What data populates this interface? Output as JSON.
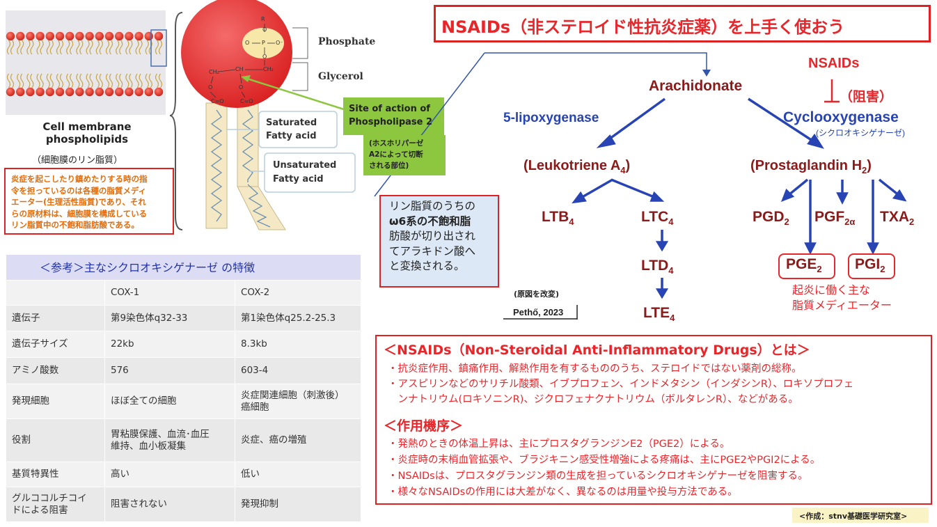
{
  "title": "NSAIDs（非ステロイド性抗炎症薬）を上手く使おう",
  "membrane": {
    "caption_line1": "Cell membrane",
    "caption_line2": "phospholipids",
    "caption_jp": "（細胞膜のリン脂質）",
    "note": [
      "炎症を起こしたり鎮めたりする時の指",
      "令を担っているのは各種の脂質メディ",
      "エーター(生理活性脂質)であり、それ",
      "らの原材料は、細胞膜を構成している",
      "リン脂質中の不飽和脂肪酸である。"
    ]
  },
  "molecule": {
    "phosphate": "Phosphate",
    "glycerol": "Glycerol",
    "saturated": [
      "Saturated",
      "Fatty acid"
    ],
    "unsaturated": [
      "Unsaturated",
      "Fatty acid"
    ],
    "site_of_action": [
      "Site of action of",
      "Phospholipase 2"
    ],
    "site_jp": [
      "(ホスホリパーゼ",
      "A2によって切断",
      "される部位)"
    ],
    "omega6_note": [
      "リン脂質のうちの",
      "ω6系の不飽和脂",
      "肪酸が切り出され",
      "てアラキドン酸へ",
      "と変換される。"
    ]
  },
  "pathway": {
    "arachidonate": "Arachidonate",
    "lipoxygenase": "5-lipoxygenase",
    "cyclooxygenase": "Cyclooxygenase",
    "cyclooxygenase_jp": "(シクロオキシゲナーゼ)",
    "nsaids": "NSAIDs",
    "inhibit": "（阻害）",
    "leukotriene": "(Leukotriene A",
    "leukotriene_sub": "4",
    "prostaglandin": "(Prostaglandin H",
    "prostaglandin_sub": "2",
    "products": {
      "ltb": [
        "LTB",
        "4"
      ],
      "ltc": [
        "LTC",
        "4"
      ],
      "ltd": [
        "LTD",
        "4"
      ],
      "lte": [
        "LTE",
        "4"
      ],
      "pgd": [
        "PGD",
        "2"
      ],
      "pgf": [
        "PGF",
        "2α"
      ],
      "txa": [
        "TXA",
        "2"
      ],
      "pge": [
        "PGE",
        "2"
      ],
      "pgi": [
        "PGI",
        "2"
      ]
    },
    "mediator_note": [
      "起炎に働く主な",
      "脂質メディエーター"
    ],
    "source_note": "(原図を改変)",
    "source_citation": "Pethő, 2023"
  },
  "table": {
    "title": "＜参考＞主なシクロオキシゲナーゼ の特徴",
    "headers": [
      "",
      "COX-1",
      "COX-2"
    ],
    "rows": [
      {
        "label": "遺伝子",
        "cox1": "第9染色体q32-33",
        "cox2": "第1染色体q25.2-25.3"
      },
      {
        "label": "遺伝子サイズ",
        "cox1": "22kb",
        "cox2": "8.3kb"
      },
      {
        "label": "アミノ酸数",
        "cox1": "576",
        "cox2": "603-4"
      },
      {
        "label": "発現細胞",
        "cox1": "ほぼ全ての細胞",
        "cox2": [
          "炎症関連細胞（刺激後）",
          "癌細胞"
        ]
      },
      {
        "label": "役割",
        "cox1": [
          "胃粘膜保護、血流･血圧",
          "維持、血小板凝集"
        ],
        "cox2": "炎症、癌の増殖"
      },
      {
        "label": "基質特異性",
        "cox1": "高い",
        "cox2": "低い"
      },
      {
        "label": [
          "グルココルチコイ",
          "ドによる阻害"
        ],
        "cox1": "阻害されない",
        "cox2": "発現抑制"
      }
    ]
  },
  "nsaids_box": {
    "heading": "＜NSAIDs（Non-Steroidal Anti-Inflammatory Drugs）とは＞",
    "bullets": [
      "・抗炎症作用、鎮痛作用、解熱作用を有するもののうち、ステロイドではない薬剤の総称。",
      "・アスピリンなどのサリチル酸類、イブプロフェン、インドメタシン（インダシンR）、ロキソプロフェ",
      "　ンナトリウム(ロキソニンR)、ジクロフェナクナトリウム（ボルタレンR）、などがある。"
    ],
    "mechanism_heading": "＜作用機序＞",
    "mechanism": [
      "・発熱のときの体温上昇は、主にプロスタグランジンE2（PGE2）による。",
      "・炎症時の末梢血管拡張や、ブラジキニン感受性増強による疼痛は、主にPGE2やPGI2による。",
      "・NSAIDsは、プロスタグランジン類の生成を担っているシクロオキシゲナーゼを阻害する。",
      "・様々なNSAIDsの作用には大差がなく、異なるのは用量や投与方法である。"
    ],
    "credit": "<作成：stnv基礎医学研究室>"
  },
  "colors": {
    "accent_red": "#e8262a",
    "maroon": "#8b1a1a",
    "blue": "#2844b4",
    "note_orange": "#e46c0a",
    "site_green": "#8dc63f"
  }
}
